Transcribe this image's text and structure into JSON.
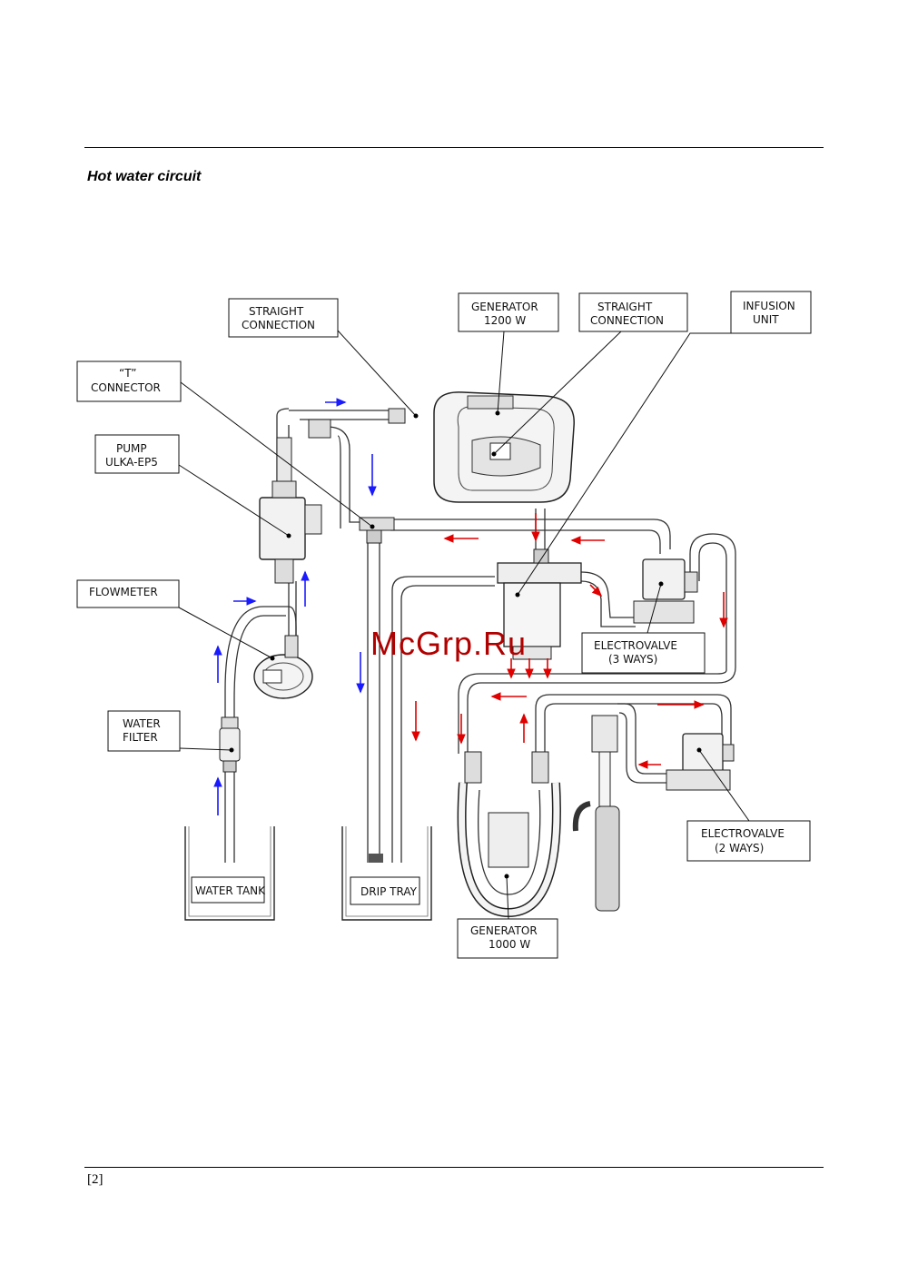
{
  "page": {
    "section_title": "Hot water circuit",
    "page_number": "[2]",
    "watermark": "McGrp.Ru"
  },
  "labels": {
    "straight_connection_1": [
      "STRAIGHT",
      "CONNECTION"
    ],
    "generator_1200": [
      "GENERATOR",
      "1200 W"
    ],
    "straight_connection_2": [
      "STRAIGHT",
      "CONNECTION"
    ],
    "infusion_unit": [
      "INFUSION",
      "UNIT"
    ],
    "t_connector": [
      "“T”",
      "CONNECTOR"
    ],
    "pump": [
      "PUMP",
      "ULKA-EP5"
    ],
    "flowmeter": [
      "FLOWMETER"
    ],
    "electrovalve_3": [
      "ELECTROVALVE",
      "(3 WAYS)"
    ],
    "water_filter": [
      "WATER",
      "FILTER"
    ],
    "water_tank": "WATER TANK",
    "drip_tray": "DRIP TRAY",
    "electrovalve_2": [
      "ELECTROVALVE",
      "(2 WAYS)"
    ],
    "generator_1000": [
      "GENERATOR",
      "1000 W"
    ]
  },
  "colors": {
    "cold_flow_arrow": "#1a1aff",
    "hot_flow_arrow": "#e00000",
    "line": "#222222"
  }
}
